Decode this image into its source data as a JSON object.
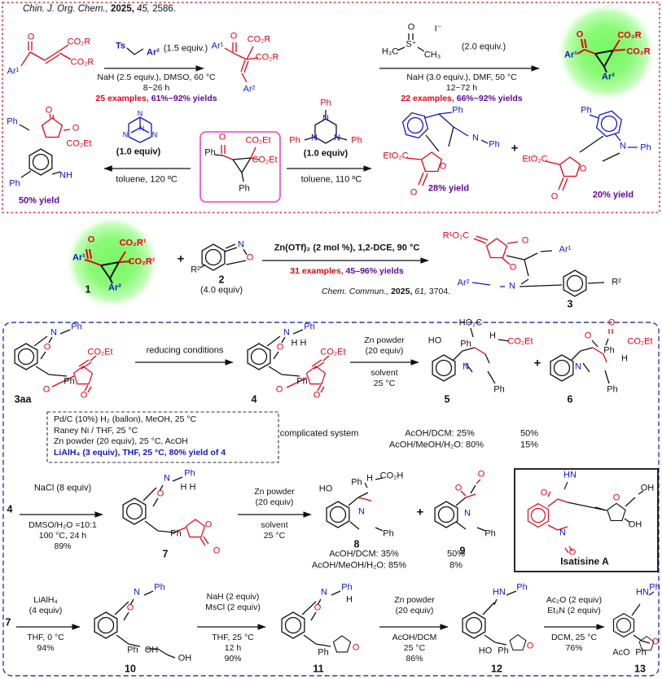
{
  "header": {
    "journal": "Chin. J. Org. Chem.,",
    "year": "2025,",
    "volume": "45,",
    "page": "2586."
  },
  "atoms": {
    "Ar1": "Ar¹",
    "Ar2": "Ar²",
    "O": "O",
    "N": "N",
    "NH": "NH",
    "HN": "HN",
    "Ph": "Ph",
    "Ts": "Ts",
    "S": "S⁺",
    "I": "I⁻",
    "H3C": "H₃C",
    "CH3": "CH₃",
    "CO2R": "CO₂R",
    "CO2R1": "CO₂R¹",
    "CO2Et": "CO₂Et",
    "EtO2C": "EtO₂C",
    "R1O2C": "R¹O₂C",
    "R2": "R²",
    "CO2H": "CO₂H",
    "HO2C": "HO₂C",
    "HO": "HO",
    "OH": "OH",
    "AcO": "AcO",
    "H": "H",
    "HH": "H H",
    "plus": "+"
  },
  "common": {
    "zn_powder": "Zn powder",
    "equiv20": "(20 equiv)",
    "solvent": "solvent",
    "t25": "25 °C"
  },
  "s1": {
    "reagent1_equiv": "(1.5 equiv.)",
    "a1_cond1": "NaH (2.5 equiv.), DMSO, 60 °C",
    "a1_cond2": "8~26 h",
    "a1_examples": "25 examples,",
    "a1_yields": "61%~92% yields",
    "reagent2_equiv": "(2.0 equiv.)",
    "a2_cond1": "NaH (3.0 equiv.), DMF, 50 °C",
    "a2_cond2": "12~72 h",
    "a2_examples": "22 examples,",
    "a2_yields": "66%~92% yields"
  },
  "s2": {
    "left_yield": "50% yield",
    "left_equiv": "(1.0 equiv)",
    "left_cond": "toluene, 120 ºC",
    "right_equiv": "(1.0 equiv)",
    "right_cond": "toluene, 110 ºC",
    "yield_a": "28% yield",
    "yield_b": "20% yield"
  },
  "s3": {
    "n1": "1",
    "n2": "2",
    "n3": "3",
    "equiv2": "(4.0 equiv)",
    "cond": "Zn(OTf)₂ (2 mol %), 1,2-DCE, 90 °C",
    "examples": "31 examples,",
    "yields": "45–96% yields",
    "cit_journal": "Chem. Commun.,",
    "cit_year": "2025,",
    "cit_vol": "61,",
    "cit_page": "3704."
  },
  "b1": {
    "n3aa": "3aa",
    "n4": "4",
    "n5": "5",
    "n6": "6",
    "arrow1": "reducing conditions",
    "cond1": "Pd/C (10%) H₂ (ballon), MeOH, 25 °C",
    "cond2": "Raney Ni / THF, 25 °C",
    "cond3": "Zn powder (20 equiv), 25 °C, AcOH",
    "cond4": "LiAlH₄ (3 equiv), THF, 25 °C, 80% yield of 4",
    "complicated": "complicated system",
    "y1l": "AcOH/DCM: 25%",
    "y1r": "50%",
    "y2l": "AcOH/MeOH/H₂O: 80%",
    "y2r": "15%"
  },
  "b2": {
    "n4": "4",
    "n7": "7",
    "n8": "8",
    "n9": "9",
    "a1_1": "NaCl (8 equiv)",
    "a1_2": "DMSO/H₂O =10:1",
    "a1_3": "100 °C, 24 h",
    "a1_4": "89%",
    "y1l": "AcOH/DCM: 35%",
    "y2l": "AcOH/MeOH/H₂O: 85%",
    "y1r": "50%",
    "y2r": "8%",
    "isatisine": "Isatisine A"
  },
  "b3": {
    "n7": "7",
    "n10": "10",
    "n11": "11",
    "n12": "12",
    "n13": "13",
    "a1_1": "LiAlH₄",
    "a1_2": "(4 equiv)",
    "a1_3": "THF, 0 °C",
    "a1_4": "94%",
    "a2_1": "NaH (2 equiv)",
    "a2_2": "MsCl (2 equiv)",
    "a2_3": "THF, 25 °C",
    "a2_4": "12 h",
    "a2_5": "90%",
    "a3_1": "Zn powder",
    "a3_2": "(20 equiv)",
    "a3_3": "AcOH/DCM",
    "a3_4": "25 °C",
    "a3_5": "86%",
    "a4_1": "Ac₂O (2 equiv)",
    "a4_2": "Et₃N (2 equiv)",
    "a4_3": "DCM, 25 °C",
    "a4_4": "76%"
  }
}
